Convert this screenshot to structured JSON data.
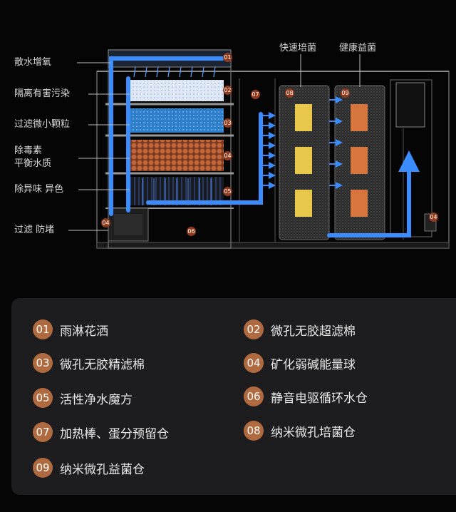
{
  "left_labels": [
    "散水增氧",
    "隔离有害污染",
    "过滤微小颗粒",
    "除毒素\n平衡水质",
    "除异味 异色",
    "过滤 防堵"
  ],
  "top_labels": [
    "快速培菌",
    "健康益菌"
  ],
  "map_badges": [
    "01",
    "02",
    "03",
    "04",
    "05",
    "06",
    "07",
    "08",
    "09",
    "04"
  ],
  "legend": [
    {
      "num": "01",
      "text": "雨淋花洒"
    },
    {
      "num": "02",
      "text": "微孔无胶超滤棉"
    },
    {
      "num": "03",
      "text": "微孔无胶精滤棉"
    },
    {
      "num": "04",
      "text": "矿化弱碱能量球"
    },
    {
      "num": "05",
      "text": "活性净水魔方"
    },
    {
      "num": "06",
      "text": "静音电驱循环水仓"
    },
    {
      "num": "07",
      "text": "加热棒、蛋分预留仓"
    },
    {
      "num": "08",
      "text": "纳米微孔培菌仓"
    },
    {
      "num": "09",
      "text": "纳米微孔益菌仓"
    }
  ],
  "colors": {
    "flow": "#3b8cff",
    "badge": "#8f3a1c",
    "legend_badge": "#b06a40",
    "panel": "#1d1d1f"
  }
}
